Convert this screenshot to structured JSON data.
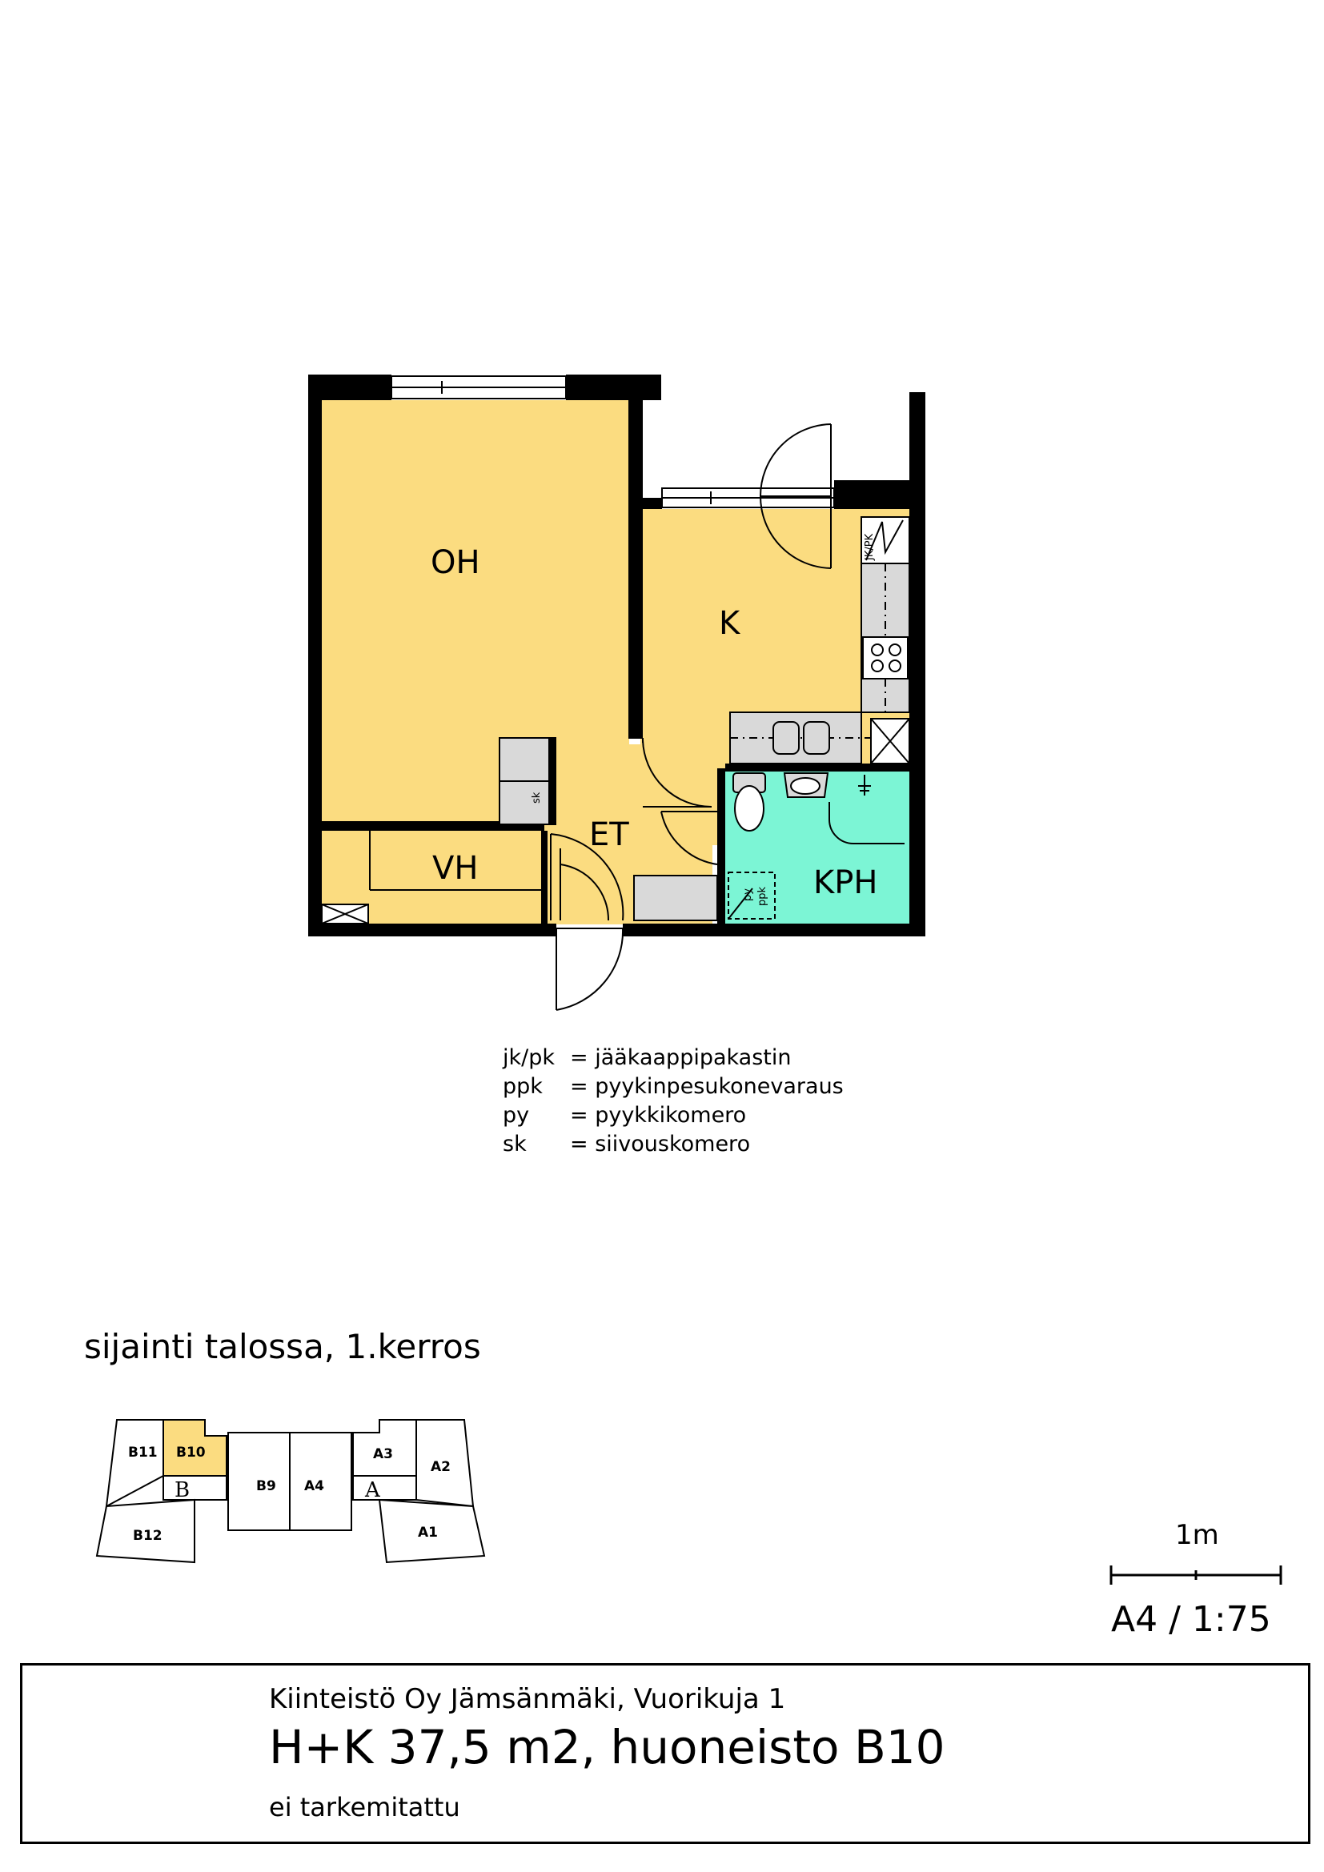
{
  "rooms": {
    "oh": "OH",
    "k": "K",
    "et": "ET",
    "vh": "VH",
    "kph": "KPH"
  },
  "fixture_labels": {
    "jkpk": "JK/PK",
    "sk": "sk",
    "py": "py",
    "ppk": "ppk"
  },
  "legend": [
    {
      "abbr": "jk/pk",
      "desc": "= jääkaappipakastin"
    },
    {
      "abbr": "ppk",
      "desc": "= pyykinpesukonevaraus"
    },
    {
      "abbr": "py",
      "desc": "= pyykkikomero"
    },
    {
      "abbr": "sk",
      "desc": "= siivouskomero"
    }
  ],
  "location": {
    "title": "sijainti talossa, 1.kerros",
    "units": [
      "B11",
      "B10",
      "B9",
      "A4",
      "A3",
      "A2",
      "B12",
      "A1"
    ],
    "wings": [
      "B",
      "A"
    ],
    "highlight": "B10"
  },
  "scale": {
    "bar_label": "1m",
    "paper": "A4 / 1:75"
  },
  "title_block": {
    "line1": "Kiinteistö Oy Jämsänmäki, Vuorikuja 1",
    "line2": "H+K 37,5 m2, huoneisto B10",
    "line3": "ei tarkemitattu"
  },
  "colors": {
    "living": "#fbdc80",
    "bath": "#7cf5d5",
    "highlight": "#fbdc80",
    "fixture_gray": "#d9d9d9",
    "wall": "#000000"
  }
}
